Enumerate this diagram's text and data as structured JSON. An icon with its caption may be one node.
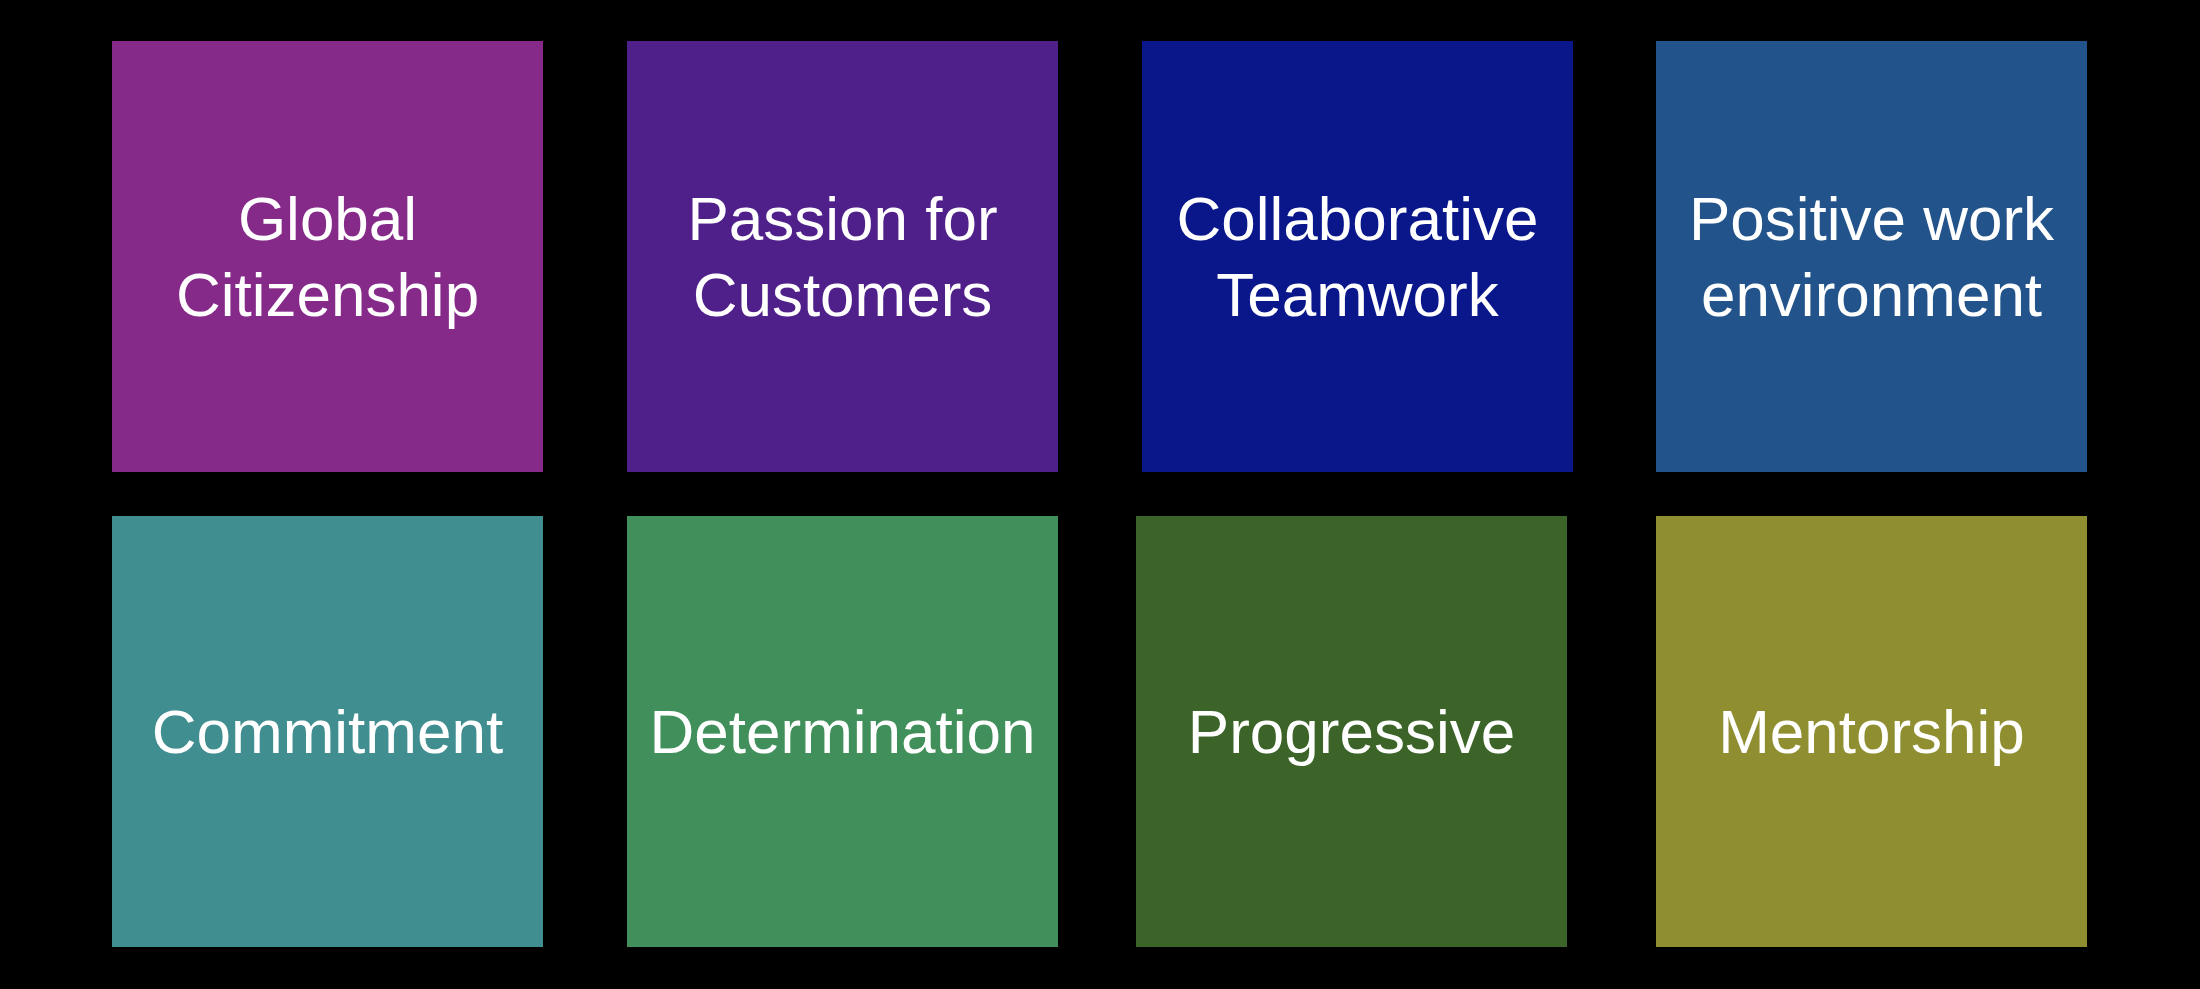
{
  "diagram": {
    "nodes": [
      {
        "text": [
          "Global Citizenship"
        ]
      },
      {
        "text": [
          "Passion for Customers"
        ]
      },
      {
        "text": [
          "Collaborative Teamwork"
        ]
      },
      {
        "text": [
          "Positive work environment"
        ]
      },
      {
        "text": [
          "Commitment"
        ]
      },
      {
        "text": [
          "Determination"
        ]
      },
      {
        "text": [
          "Progressive"
        ]
      },
      {
        "text": [
          "Mentorship"
        ]
      }
    ]
  }
}
